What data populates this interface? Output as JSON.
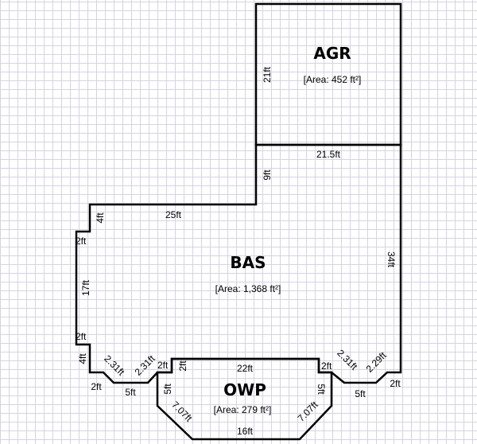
{
  "areas": [
    {
      "name": "AGR",
      "area_label": "[Area: 452 ft²]"
    },
    {
      "name": "BAS",
      "area_label": "[Area: 1,368 ft²]"
    },
    {
      "name": "OWP",
      "area_label": "[Area: 279 ft²]"
    }
  ],
  "dimensions": {
    "agr_left": "21ft",
    "agr_bottom": "21.5ft",
    "bas_9": "9ft",
    "bas_top": "25ft",
    "bas_4a": "4ft",
    "bas_2a": "2ft",
    "bas_17": "17ft",
    "bas_2b": "2ft",
    "bas_4b": "4ft",
    "bas_2c": "2ft",
    "bas_231a": "2.31ft",
    "bas_5a": "5ft",
    "bas_231b": "2.31ft",
    "bas_2d": "2ft",
    "bas_2e": "2ft",
    "bas_231c": "2.31ft",
    "bas_5b": "5ft",
    "bas_229": "2.29ft",
    "bas_2f": "2ft",
    "bas_34": "34ft",
    "owp_2": "2ft",
    "owp_top": "22ft",
    "owp_5a": "5ft",
    "owp_707a": "7.07ft",
    "owp_bottom": "16ft",
    "owp_707b": "7.07ft",
    "owp_5b": "5ft"
  }
}
